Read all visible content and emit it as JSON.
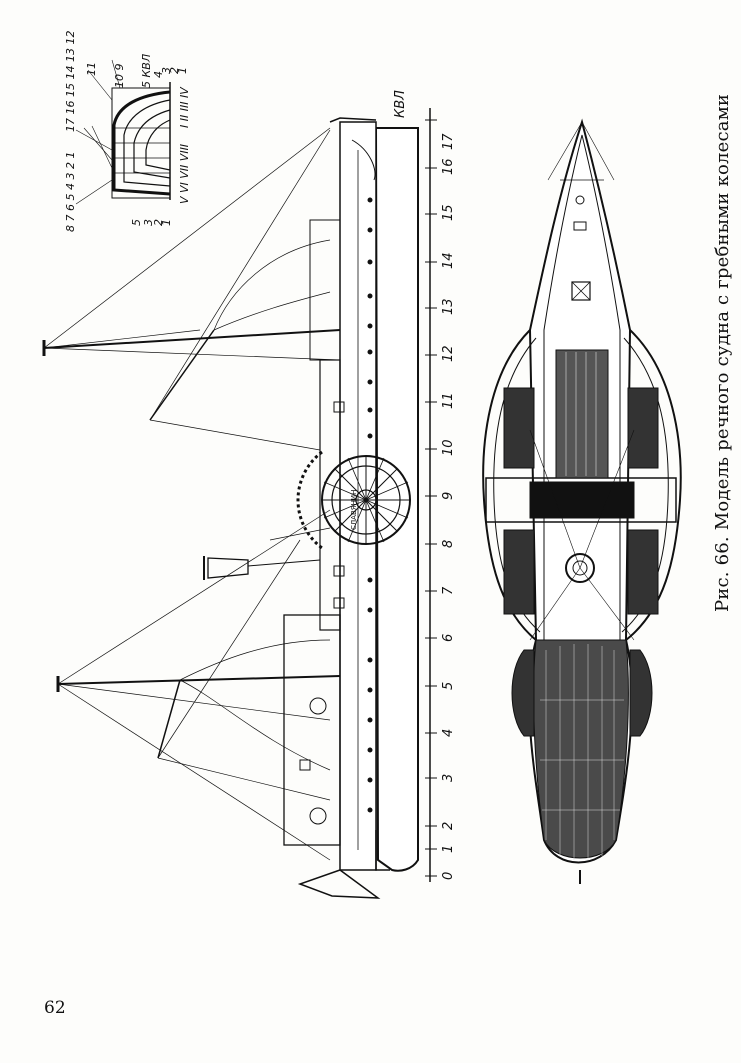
{
  "figure": {
    "caption": "Рис. 66. Модель речного судна с гребными колесами",
    "frame_numbers": [
      "0",
      "1",
      "2",
      "3",
      "4",
      "5",
      "6",
      "7",
      "8",
      "9",
      "10",
      "11",
      "12",
      "13",
      "14",
      "15",
      "16",
      "17"
    ],
    "waterline_label": "КВЛ",
    "paddle_box_label": "СЛАВЯНИН",
    "body_plan": {
      "frame_labels": [
        "17 16 15 14 13 12",
        "8 7 6  5 4 3 2 1",
        "11",
        "10 9"
      ],
      "buttock_labels": [
        "I II III IV",
        "V VI VII VIII"
      ],
      "waterline_labels": [
        "5 КВЛ",
        "4",
        "3",
        "2",
        "1"
      ],
      "left_marks": [
        "5",
        "3",
        "2",
        "1"
      ]
    }
  },
  "page": {
    "number": "62"
  }
}
